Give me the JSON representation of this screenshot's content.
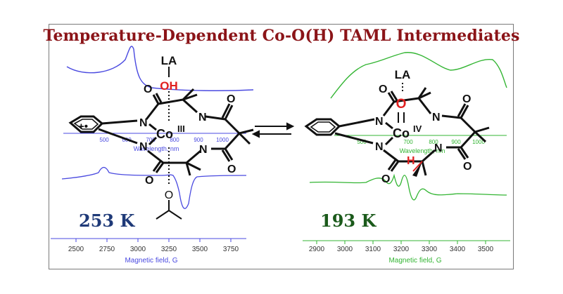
{
  "title": "Temperature-Dependent Co-O(H) TAML Intermediates",
  "colors": {
    "title": "#8b1418",
    "left_spectrum": "#4a4ae0",
    "right_spectrum": "#33b533",
    "left_temp": "#1f3a78",
    "right_temp": "#1b5a1b"
  },
  "left_panel": {
    "temperature": "253 K",
    "epr_axis": {
      "label": "Magnetic field, G",
      "ticks": [
        "2500",
        "2750",
        "3000",
        "3250",
        "3500",
        "3750"
      ]
    },
    "uv_axis": {
      "label": "Wavelength, nm",
      "ticks": [
        "500",
        "600",
        "700",
        "800",
        "900",
        "1000"
      ]
    },
    "structure": {
      "metal": "Co",
      "oxidation": "III",
      "apical_top": "LA",
      "apical_group": "OH",
      "plus_label": "+•"
    }
  },
  "right_panel": {
    "temperature": "193 K",
    "epr_axis": {
      "label": "Magnetic field, G",
      "ticks": [
        "2900",
        "3000",
        "3100",
        "3200",
        "3300",
        "3400",
        "3500"
      ]
    },
    "uv_axis": {
      "label": "Wavelength, nm",
      "ticks": [
        "500",
        "700",
        "800",
        "900",
        "1000"
      ]
    },
    "structure": {
      "metal": "Co",
      "oxidation": "IV",
      "apical_top": "LA",
      "apical_group": "O",
      "h_label": "H"
    }
  },
  "atoms": {
    "N": "N",
    "O": "O"
  },
  "equilibrium_icon": "equilibrium-arrows-icon"
}
